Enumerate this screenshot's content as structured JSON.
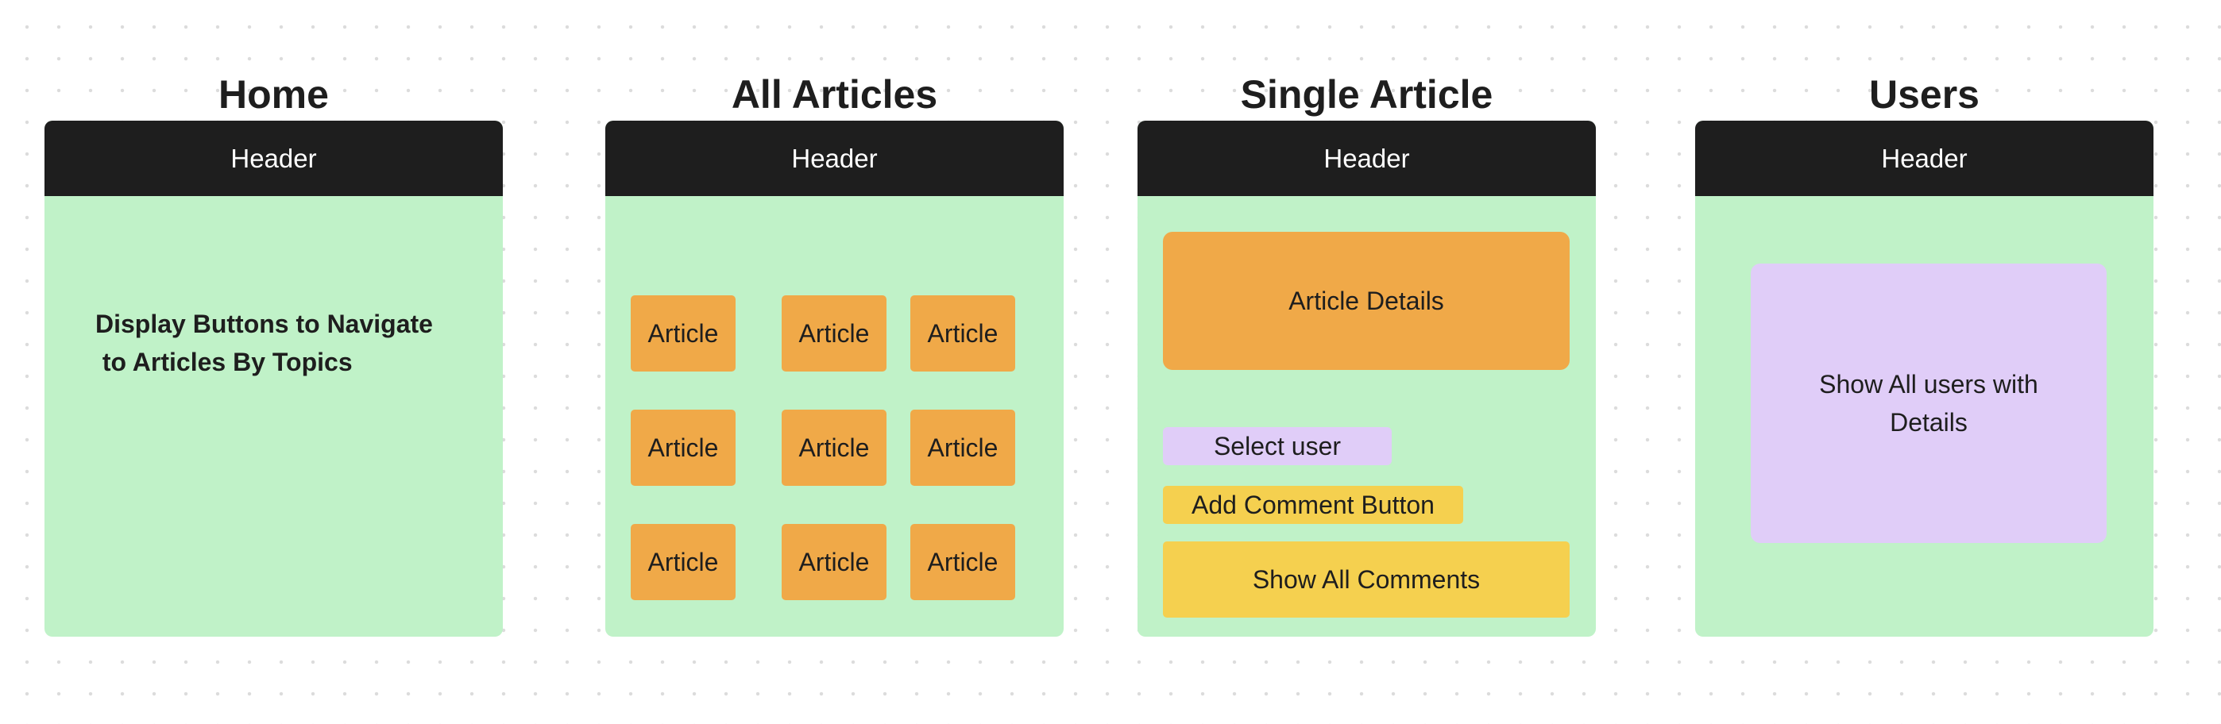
{
  "frames": [
    {
      "title": "Home",
      "header": "Header",
      "note": "Display Buttons to Navigate\n to Articles By Topics"
    },
    {
      "title": "All Articles",
      "header": "Header",
      "article_label": "Article"
    },
    {
      "title": "Single Article",
      "header": "Header",
      "article_details": "Article Details",
      "select_user": "Select user",
      "add_comment": "Add Comment Button",
      "show_comments": "Show All Comments"
    },
    {
      "title": "Users",
      "header": "Header",
      "users_box": "Show All users with\nDetails"
    }
  ]
}
